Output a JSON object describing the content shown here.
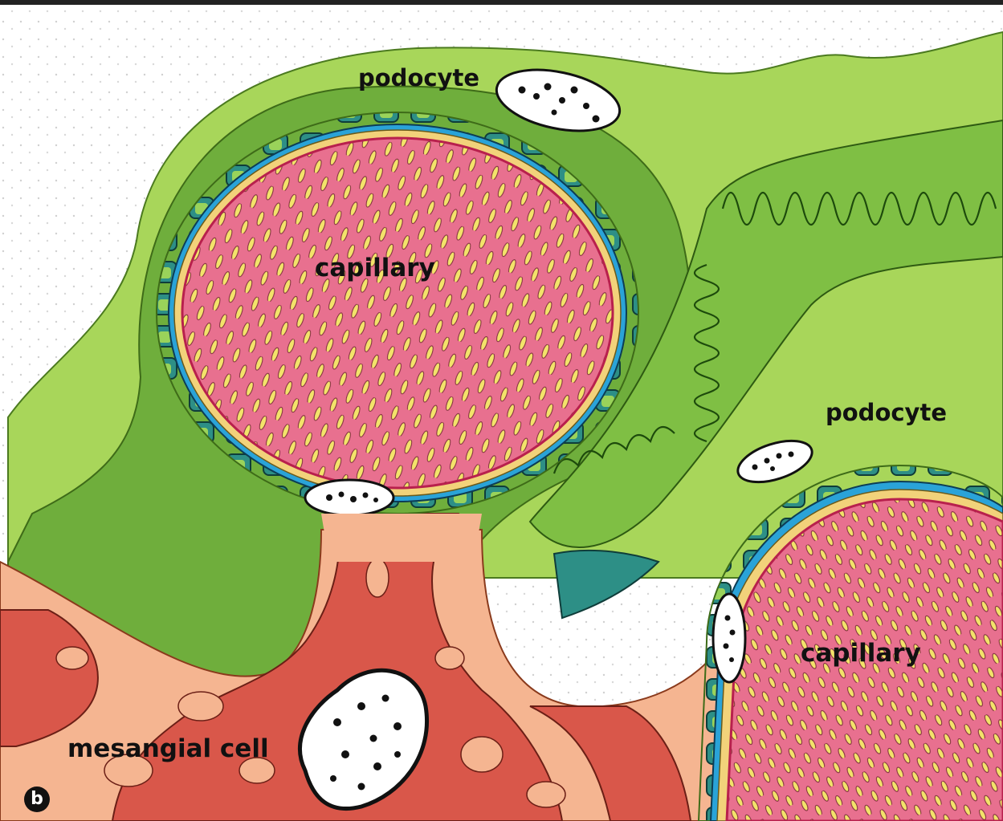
{
  "labels": {
    "podocyte_top": "podocyte",
    "capillary_left": "capillary",
    "podocyte_right": "podocyte",
    "capillary_right": "capillary",
    "mesangial": "mesangial  cell",
    "panel_letter": "b"
  },
  "colors": {
    "background": "#ffffff",
    "podocyte_light": "#a8d65a",
    "podocyte_dark": "#6fae3c",
    "basement_membrane": "#2aa3d8",
    "foot_process": "#2d8f86",
    "endothelium": "#f2d27a",
    "capillary_lumen": "#e8708f",
    "capillary_border": "#b8204d",
    "fenestration": "#f3e36a",
    "mesangial_matrix": "#f5b591",
    "mesangial_cell": "#d9574a",
    "nucleus": "#ffffff"
  }
}
